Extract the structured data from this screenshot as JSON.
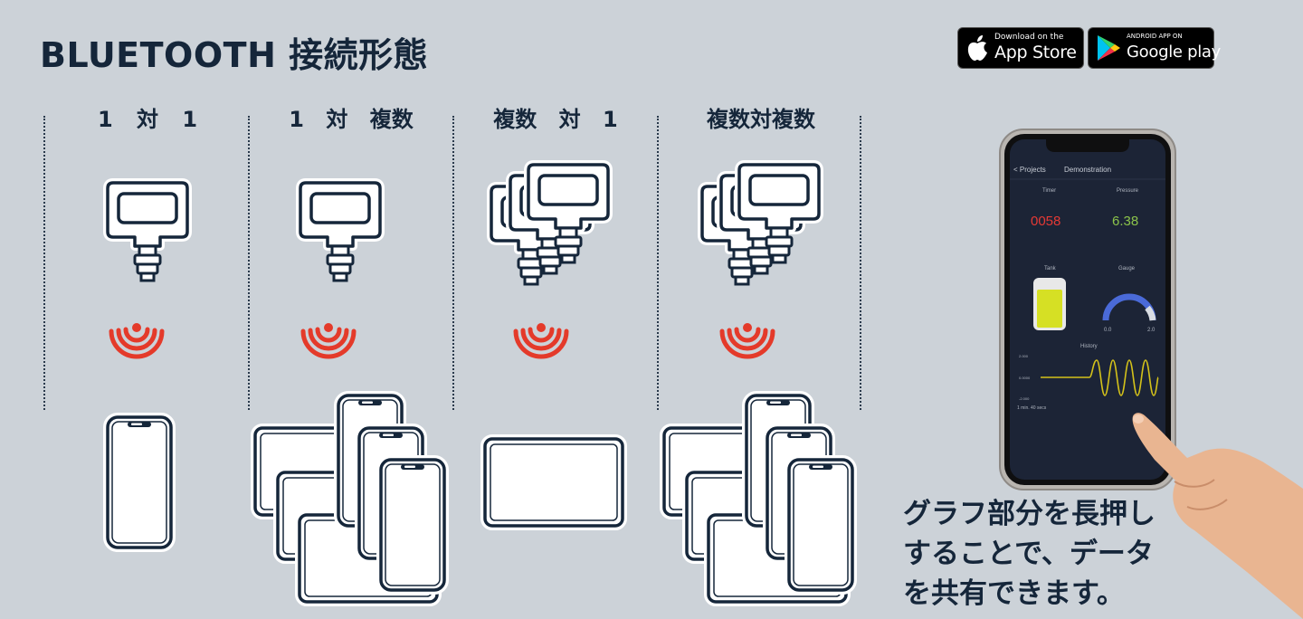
{
  "title": "BLUETOOTH 接続形態",
  "stores": {
    "apple": {
      "small": "Download on the",
      "big": "App Store"
    },
    "google": {
      "small": "ANDROID APP ON",
      "big": "Google play"
    }
  },
  "columns": [
    {
      "label": "1 対 1"
    },
    {
      "label": "1 対 複数"
    },
    {
      "label": "複数 対 1"
    },
    {
      "label": "複数対複数"
    }
  ],
  "app_screen": {
    "back": "< Projects",
    "title": "Demonstration",
    "timer_label": "Timer",
    "timer_value": "0058",
    "pressure_label": "Pressure",
    "pressure_value": "6.38",
    "tank_label": "Tank",
    "gauge_label": "Gauge",
    "gauge_min": "0.0",
    "gauge_max": "2.0",
    "history_label": "History",
    "y_top": "2.000",
    "y_mid": "0.0000",
    "y_bottom": "-2.000",
    "time_span": "1 min. 40 secs"
  },
  "caption": {
    "line1": "グラフ部分を長押し",
    "line2": "することで、データ",
    "line3": "を共有できます。"
  },
  "colors": {
    "wave": "#e43a2a",
    "tank": "#d6e024",
    "timer": "#e53935",
    "pressure": "#8bc34a",
    "gauge": "#4a6ad8",
    "history": "#d4c21a"
  }
}
